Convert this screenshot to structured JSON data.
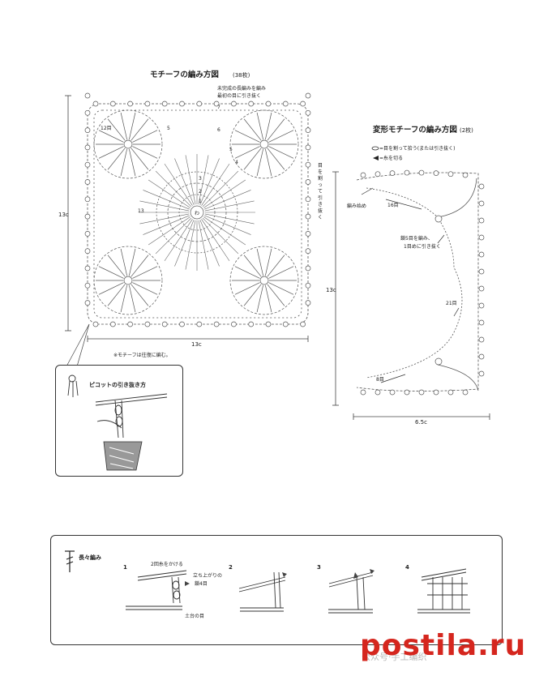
{
  "motif": {
    "title": "モチーフの編み方図",
    "count": "(38枚)",
    "note_top_1": "未完成の長編みを編み",
    "note_top_2": "最初の目に引き抜く",
    "note_right": "目を割って引き抜く",
    "round_labels": [
      "12目",
      "7",
      "6",
      "5",
      "4",
      "3",
      "2",
      "1",
      "5",
      "13"
    ],
    "dim_height": "13c",
    "dim_width": "13c",
    "footnote": "※モチーフは往復に編む。",
    "picot_title": "ピコットの引き抜き方"
  },
  "variant": {
    "title": "変形モチーフの編み方図",
    "count": "(2枚)",
    "legend_1": "=目を割って拾う(または引き抜く)",
    "legend_2": "=糸を切る",
    "label_start": "編み始め",
    "label_16": "16目",
    "label_chain_1": "鎖5目を編み、",
    "label_chain_2": "1目めに引き抜く",
    "label_21": "21目",
    "label_8": "8目",
    "dim_height": "13c",
    "dim_width": "6.5c"
  },
  "stitch": {
    "title": "長々編み",
    "step_labels": [
      "1",
      "2",
      "3",
      "4"
    ],
    "note_yarn": "2回糸をかける",
    "note_stand_1": "立ち上がりの",
    "note_stand_2": "鎖4目",
    "note_base": "土台の目"
  },
  "watermark": {
    "logo": "postila.ru",
    "text": "公众号·手工编织"
  }
}
